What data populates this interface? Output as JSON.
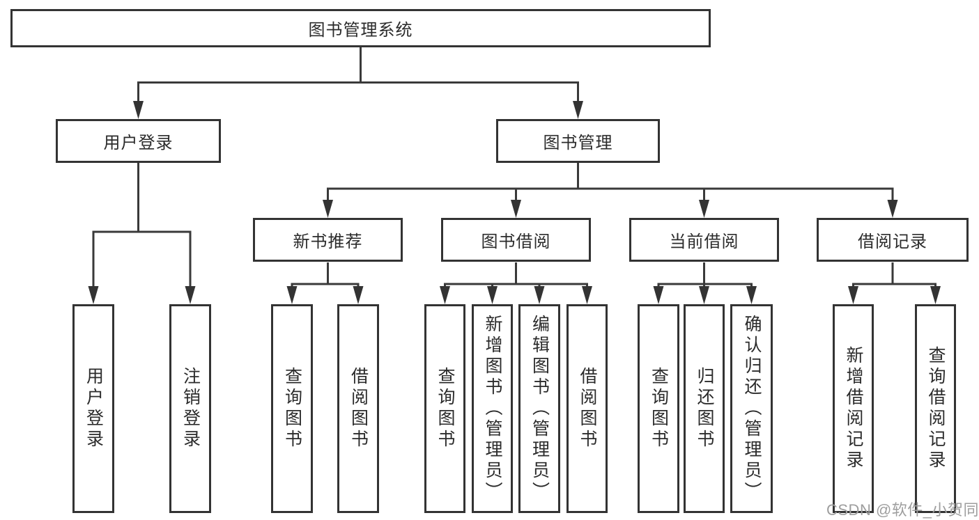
{
  "diagram": {
    "type": "functional-structure-tree",
    "colors": {
      "line": "#3a3a3a",
      "border": "#333333",
      "text": "#2b2b2b",
      "watermark": "#9e9e9e",
      "background": "#ffffff"
    }
  },
  "tree": {
    "root": {
      "label": "图书管理系统"
    },
    "level2": [
      {
        "label": "用户登录"
      },
      {
        "label": "图书管理"
      }
    ],
    "level3": [
      {
        "label": "新书推荐",
        "parent": "图书管理"
      },
      {
        "label": "图书借阅",
        "parent": "图书管理"
      },
      {
        "label": "当前借阅",
        "parent": "图书管理"
      },
      {
        "label": "借阅记录",
        "parent": "图书管理"
      }
    ],
    "leaves": [
      {
        "label": "用户登录",
        "parent": "用户登录"
      },
      {
        "label": "注销登录",
        "parent": "用户登录"
      },
      {
        "label": "查询图书",
        "parent": "新书推荐"
      },
      {
        "label": "借阅图书",
        "parent": "新书推荐"
      },
      {
        "label": "查询图书",
        "parent": "图书借阅"
      },
      {
        "label": "新增图书（管理员）",
        "parent": "图书借阅"
      },
      {
        "label": "编辑图书（管理员）",
        "parent": "图书借阅"
      },
      {
        "label": "借阅图书",
        "parent": "图书借阅"
      },
      {
        "label": "查询图书",
        "parent": "当前借阅"
      },
      {
        "label": "归还图书",
        "parent": "当前借阅"
      },
      {
        "label": "确认归还（管理员）",
        "parent": "当前借阅"
      },
      {
        "label": "新增借阅记录",
        "parent": "借阅记录"
      },
      {
        "label": "查询借阅记录",
        "parent": "借阅记录"
      }
    ]
  },
  "watermark": {
    "text": "CSDN @软件_小贺同学"
  }
}
